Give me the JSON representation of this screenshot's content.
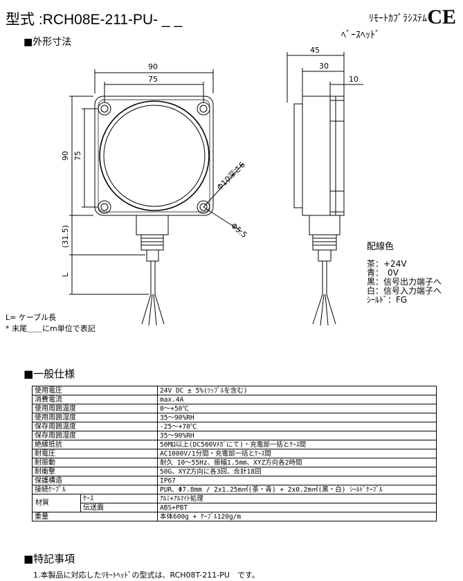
{
  "header": {
    "model": "型式 :RCH08E-211-PU- _ _",
    "brand_line1": "ﾘﾓｰﾄｶﾌﾟﾗｼｽﾃﾑ",
    "brand_line2": "ﾍﾞｰｽﾍｯﾄﾞ",
    "ce_mark": "CE"
  },
  "drawing": {
    "section_title": "■外形寸法",
    "dims": {
      "d90_top": "90",
      "d75_top": "75",
      "d90_side": "90",
      "d75_side": "75",
      "d31_5": "(31.5)",
      "dL": "L",
      "d45": "45",
      "d30": "30",
      "d10": "10",
      "hole1": "Φ10深さ6",
      "hole2": "Φ5.5"
    },
    "notes": [
      "L= ケーブル長",
      "* 末尾＿＿にm単位で表記"
    ]
  },
  "wiring": {
    "title": "配線色",
    "items": [
      "茶：+24V",
      "青：　0V",
      "黒：信号出力端子へ",
      "白：信号入力端子へ",
      "ｼｰﾙﾄﾞ：FG"
    ]
  },
  "spec": {
    "section_title": "■一般仕様",
    "rows": [
      {
        "label": "使用電圧",
        "value": "24V DC ± 5%(ﾘｯﾌﾟﾙを含む)"
      },
      {
        "label": "消費電流",
        "value": "max.4A"
      },
      {
        "label": "使用周囲温度",
        "value": "0～+50℃"
      },
      {
        "label": "使用周囲湿度",
        "value": "35～90%RH"
      },
      {
        "label": "保存周囲温度",
        "value": "-25～+70℃"
      },
      {
        "label": "保存周囲湿度",
        "value": "35～90%RH"
      },
      {
        "label": "絶縁抵抗",
        "value": "50MΩ以上(DC500Vﾒｶﾞにて)・充電部一括とｹｰｽ間"
      },
      {
        "label": "耐電圧",
        "value": "AC1000V/1分間・充電部一括とｹｰｽ間"
      },
      {
        "label": "耐振動",
        "value": "耐久 10～55Hz、振幅1.5mm、XYZ方向各2時間"
      },
      {
        "label": "耐衝撃",
        "value": "50G、XYZ方向に各3回、合計18回"
      },
      {
        "label": "保護構造",
        "value": "IP67"
      },
      {
        "label": "接続ｹｰﾌﾞﾙ",
        "value": "PUR、Φ7.8mm / 2x1.25m㎡(茶・青) + 2x0.2m㎡(黒・白) ｼｰﾙﾄﾞｹｰﾌﾞﾙ"
      }
    ],
    "material_label": "材質",
    "material_rows": [
      {
        "label": "ｹｰｽ",
        "value": "ｱﾙﾐ+ｱﾙﾏｲﾄ処理"
      },
      {
        "label": "伝送面",
        "value": "ABS+PBT"
      }
    ],
    "weight_label": "重量",
    "weight_value": "本体600g + ｹｰﾌﾞﾙ120g/m"
  },
  "notes": {
    "section_title": "■特記事項",
    "line1": "1.本製品に対応したﾘﾓｰﾄﾍｯﾄﾞの型式は、RCH08T-211-PU　です。"
  }
}
